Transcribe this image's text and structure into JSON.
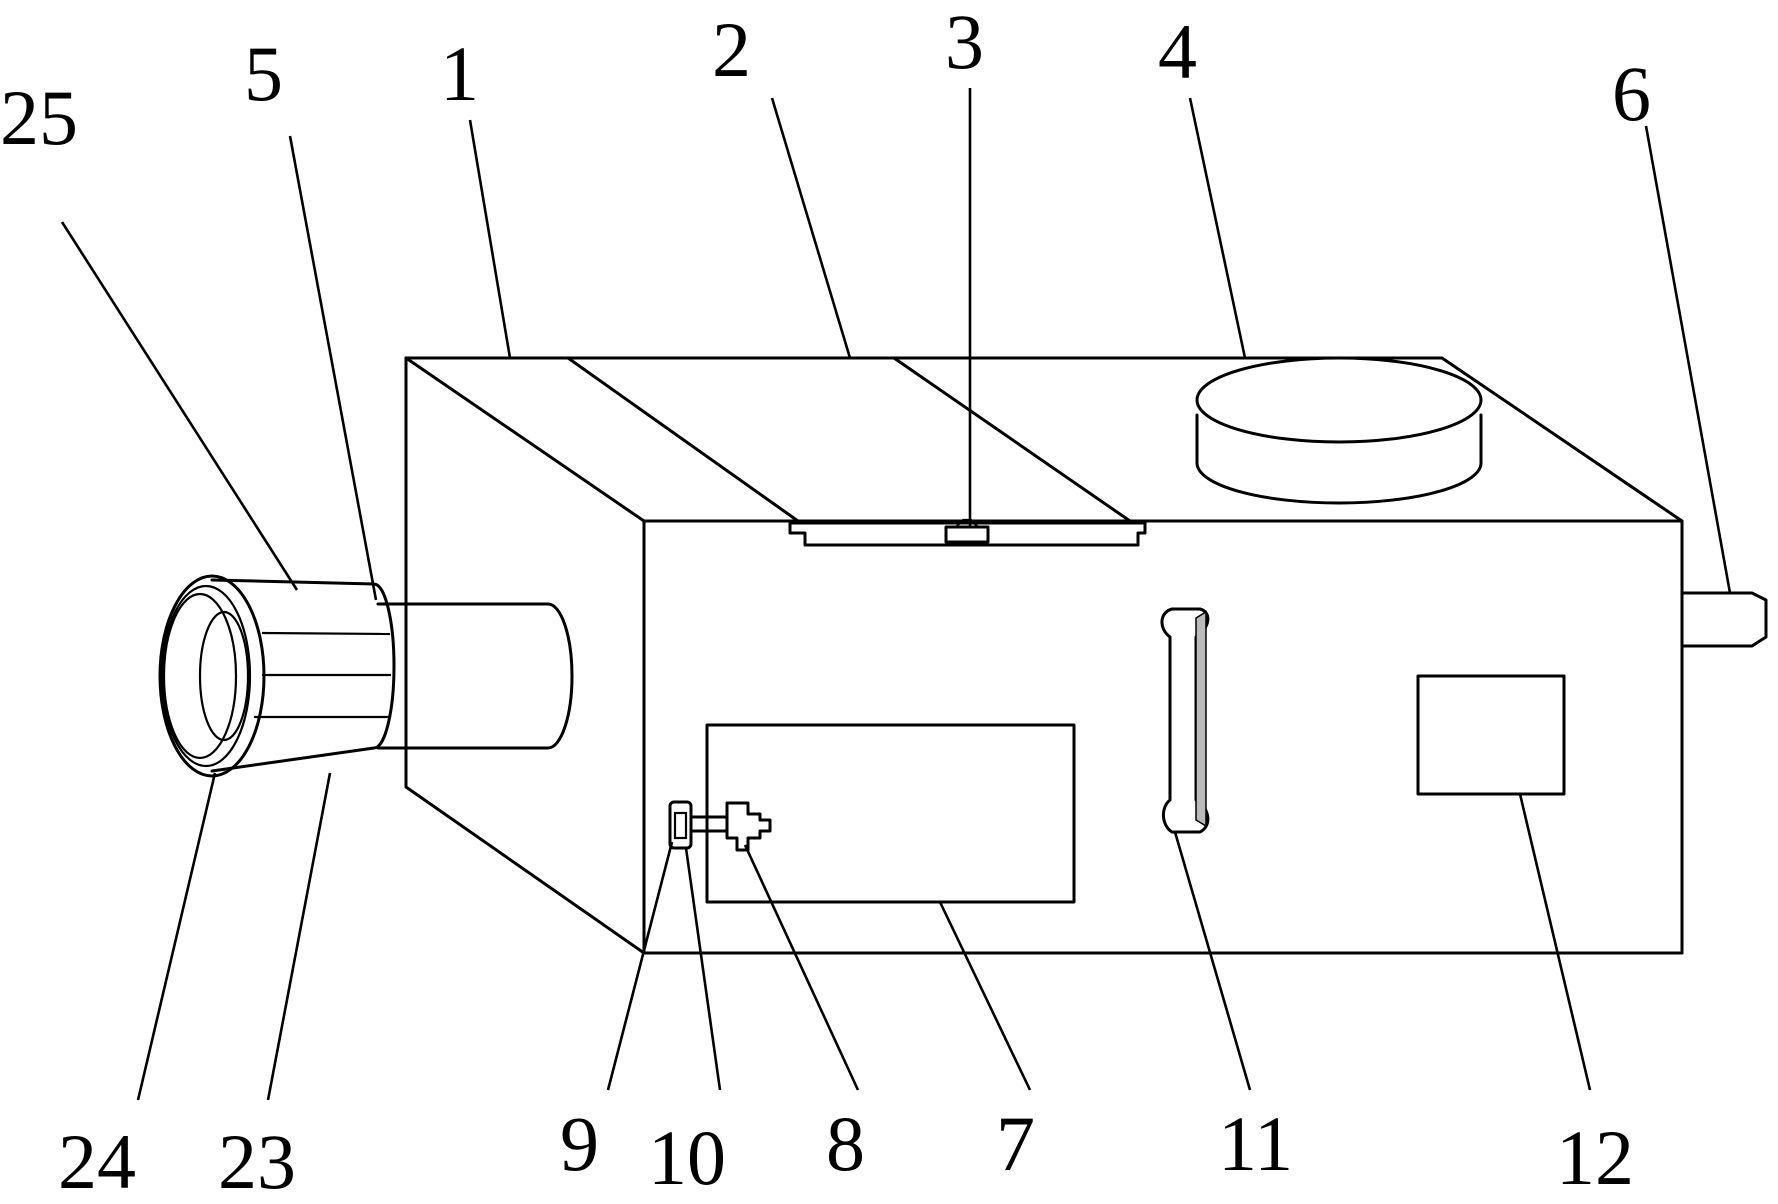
{
  "figure": {
    "labels": [
      {
        "id": "label-1",
        "text": "1"
      },
      {
        "id": "label-2",
        "text": "2"
      },
      {
        "id": "label-3",
        "text": "3"
      },
      {
        "id": "label-4",
        "text": "4"
      },
      {
        "id": "label-5",
        "text": "5"
      },
      {
        "id": "label-6",
        "text": "6"
      },
      {
        "id": "label-25",
        "text": "25"
      },
      {
        "id": "label-24",
        "text": "24"
      },
      {
        "id": "label-23",
        "text": "23"
      },
      {
        "id": "label-9",
        "text": "9"
      },
      {
        "id": "label-10",
        "text": "10"
      },
      {
        "id": "label-8",
        "text": "8"
      },
      {
        "id": "label-7",
        "text": "7"
      },
      {
        "id": "label-11",
        "text": "11"
      },
      {
        "id": "label-12",
        "text": "12"
      }
    ]
  }
}
